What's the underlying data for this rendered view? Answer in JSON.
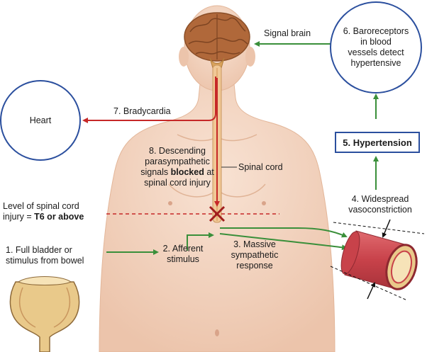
{
  "labels": {
    "signal_brain": "Signal brain",
    "baroreceptors": [
      "6. Baroreceptors",
      "in blood",
      "vessels detect",
      "hypertensive"
    ],
    "heart": "Heart",
    "bradycardia": "7. Bradycardia",
    "hypertension": "5. Hypertension",
    "descending": [
      "8. Descending",
      "parasympathetic"
    ],
    "signals_pre": "signals ",
    "blocked": "blocked",
    "signals_post": " at",
    "spinal_injury": "spinal cord injury",
    "spinal_cord": "Spinal cord",
    "level_line1": "Level of spinal cord",
    "level_pre": "injury = ",
    "level_bold": "T6 or above",
    "vasoconstriction": [
      "4. Widespread",
      "vasoconstriction"
    ],
    "full_bladder": [
      "1. Full bladder or",
      "stimulus from bowel"
    ],
    "afferent": [
      "2. Afferent",
      "stimulus"
    ],
    "sympathetic": [
      "3. Massive",
      "sympathetic",
      "response"
    ]
  },
  "colors": {
    "green_arrow": "#3a8f3a",
    "red_arrow": "#c62828",
    "circle_border": "#2b4f9e",
    "skin": "#f4d7c3",
    "brain": "#b0683a",
    "vessel": "#c8424a"
  }
}
